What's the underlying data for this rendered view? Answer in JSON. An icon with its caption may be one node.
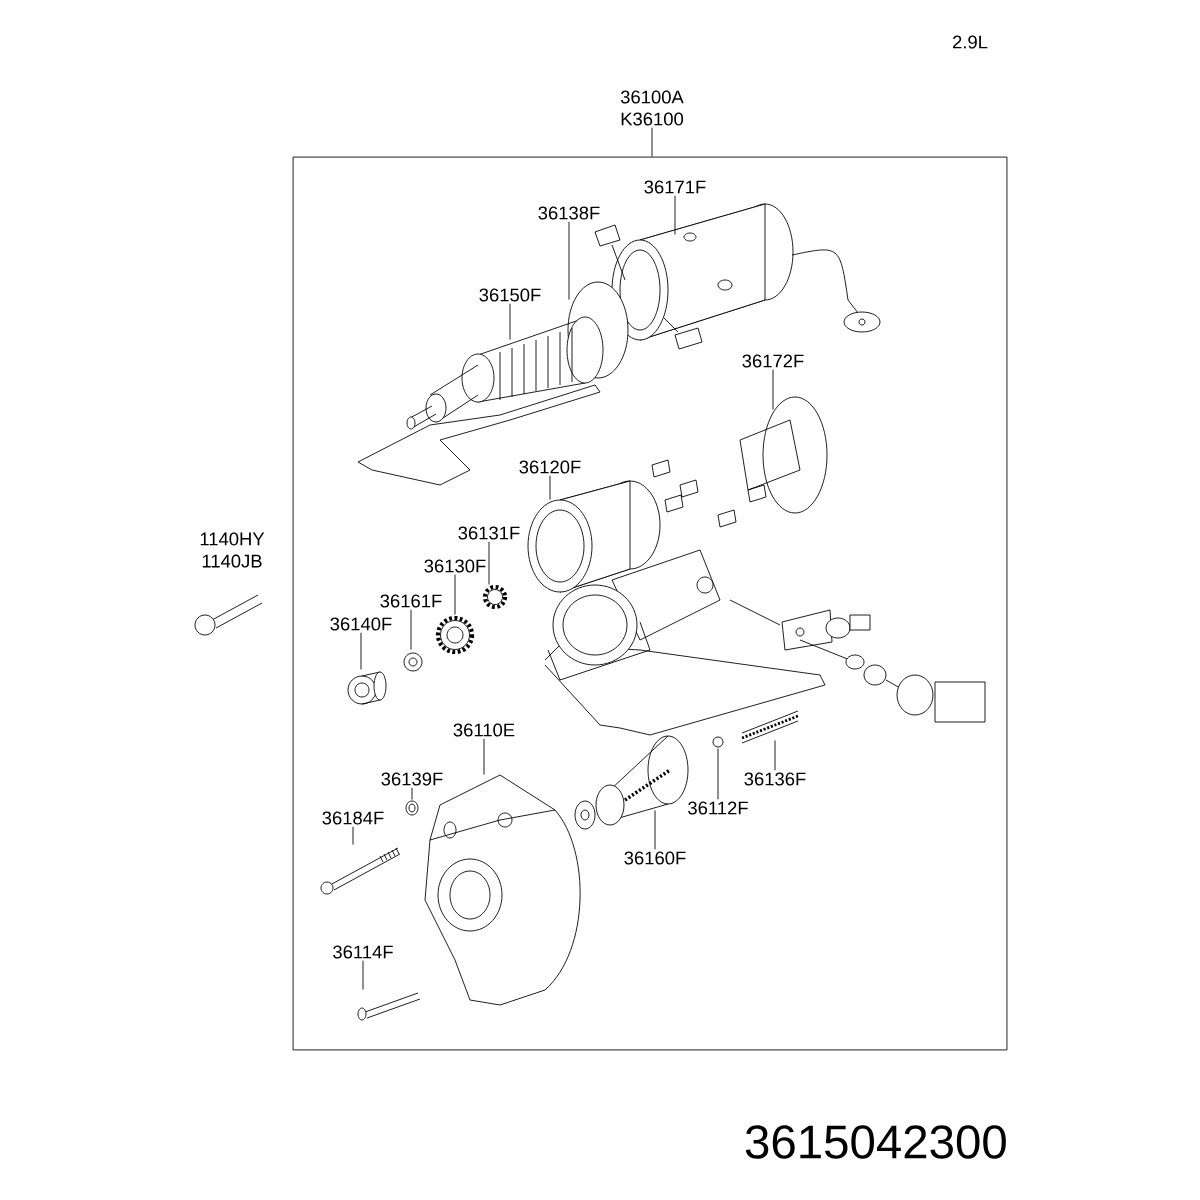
{
  "diagram": {
    "nodes": [
      {
        "text": [
          "36100A K36100"
        ]
      },
      {
        "text": [],
        "shape": "box"
      },
      {
        "text": [
          "36171F"
        ],
        "in": 1
      },
      {
        "text": [],
        "shape": "picture",
        "in": 1
      },
      {
        "text": [
          "36138F"
        ],
        "in": 1
      },
      {
        "text": [],
        "shape": "picture",
        "in": 1
      },
      {
        "text": [
          "36150F"
        ],
        "in": 1
      },
      {
        "text": [],
        "shape": "picture",
        "in": 1
      },
      {
        "text": [
          "36172F"
        ],
        "in": 1
      },
      {
        "text": [],
        "shape": "picture",
        "in": 1
      },
      {
        "text": [
          "36120F"
        ],
        "in": 1
      },
      {
        "text": [],
        "shape": "picture",
        "in": 1
      },
      {
        "text": [
          "36131F"
        ],
        "in": 1
      },
      {
        "text": [],
        "shape": "picture",
        "in": 1
      },
      {
        "text": [
          "36130F"
        ],
        "in": 1
      },
      {
        "text": [],
        "shape": "picture",
        "in": 1
      },
      {
        "text": [
          "36161F"
        ],
        "in": 1
      },
      {
        "text": [],
        "shape": "picture",
        "in": 1
      },
      {
        "text": [
          "36140F"
        ],
        "in": 1
      },
      {
        "text": [],
        "shape": "picture",
        "in": 1
      },
      {
        "text": [
          "36110E"
        ],
        "in": 1
      },
      {
        "text": [],
        "shape": "picture",
        "in": 1
      },
      {
        "text": [
          "36139F"
        ],
        "in": 1
      },
      {
        "text": [],
        "shape": "picture",
        "in": 1
      },
      {
        "text": [
          "36184F"
        ],
        "in": 1
      },
      {
        "text": [],
        "shape": "picture",
        "in": 1
      },
      {
        "text": [
          "36114F"
        ],
        "in": 1
      },
      {
        "text": [],
        "shape": "picture",
        "in": 1
      },
      {
        "text": [
          "36160F"
        ],
        "in": 1
      },
      {
        "text": [],
        "shape": "picture",
        "in": 1
      },
      {
        "text": [
          "36112F"
        ],
        "in": 1
      },
      {
        "text": [],
        "shape": "circle",
        "in": 1
      },
      {
        "text": [
          "36136F"
        ],
        "in": 1
      },
      {
        "text": [],
        "shape": "picture",
        "in": 1
      }
    ],
    "edges": [
      {
        "from": 0,
        "to": 1,
        "arrow": "none"
      },
      {
        "from": 2,
        "to": 3,
        "arrow": "none"
      },
      {
        "from": 4,
        "to": 5,
        "arrow": "none"
      },
      {
        "from": 6,
        "to": 7,
        "arrow": "none"
      },
      {
        "from": 8,
        "to": 9,
        "arrow": "none"
      },
      {
        "from": 10,
        "to": 11,
        "arrow": "none"
      },
      {
        "from": 12,
        "to": 13,
        "arrow": "none"
      },
      {
        "from": 14,
        "to": 15,
        "arrow": "none"
      },
      {
        "from": 16,
        "to": 17,
        "arrow": "none"
      },
      {
        "from": 18,
        "to": 19,
        "arrow": "none"
      },
      {
        "from": 20,
        "to": 21,
        "arrow": "none"
      },
      {
        "from": 22,
        "to": 23,
        "arrow": "none"
      },
      {
        "from": 24,
        "to": 25,
        "arrow": "none"
      },
      {
        "from": 26,
        "to": 27,
        "arrow": "none"
      },
      {
        "from": 28,
        "to": 29,
        "arrow": "none"
      },
      {
        "from": 30,
        "to": 31,
        "arrow": "none"
      },
      {
        "from": 32,
        "to": 33,
        "arrow": "none"
      }
    ],
    "labels": [
      "2.9L",
      "1140HY 1140JB",
      "3615042300"
    ]
  }
}
